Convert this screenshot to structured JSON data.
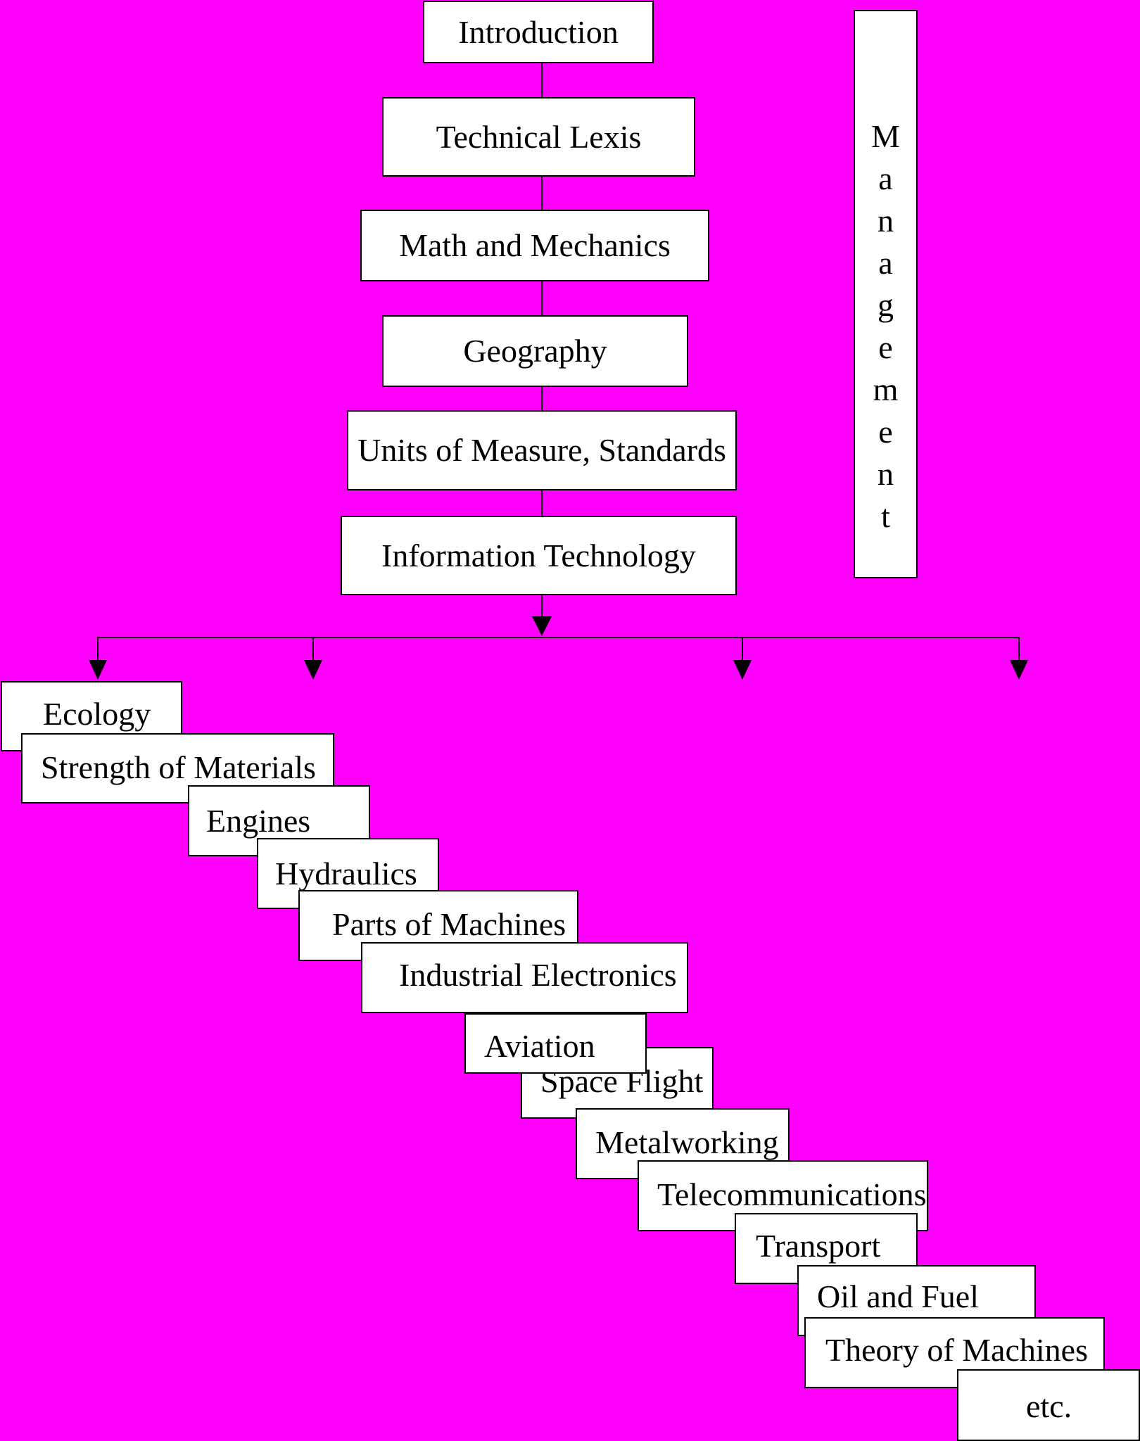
{
  "sequence": [
    "Introduction",
    "Technical Lexis",
    "Math and Mechanics",
    "Geography",
    "Units of Measure, Standards",
    "Information Technology"
  ],
  "management": "Management",
  "subjects": [
    "Ecology",
    "Strength of Materials",
    "Engines",
    "Hydraulics",
    "Parts of Machines",
    "Industrial Electronics",
    "Aviation",
    "Space Flight",
    "Metalworking",
    "Telecommunications",
    "Transport",
    "Oil and Fuel",
    "Theory of Machines",
    "etc."
  ],
  "colors": {
    "background": "#ff00ff",
    "box": "#ffffff",
    "line": "#000000"
  }
}
